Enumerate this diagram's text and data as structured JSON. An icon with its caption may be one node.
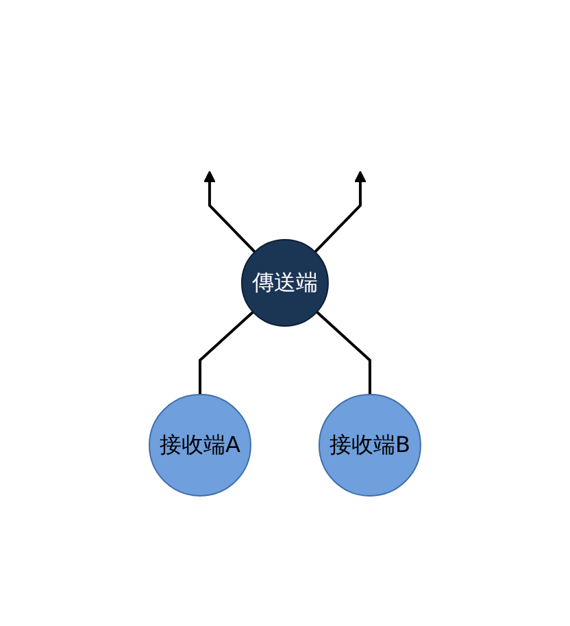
{
  "diagram": {
    "nodes": [
      {
        "text": [
          "傳送端"
        ]
      },
      {
        "text": [
          "接收端A"
        ]
      },
      {
        "text": [
          "接收端B"
        ]
      }
    ],
    "edges": [
      {
        "from": 1,
        "to": 0,
        "arrow": "none"
      },
      {
        "from": 0,
        "to": null,
        "arrow": "to"
      },
      {
        "from": 2,
        "to": 0,
        "arrow": "none"
      },
      {
        "from": 0,
        "to": null,
        "arrow": "to"
      }
    ]
  }
}
